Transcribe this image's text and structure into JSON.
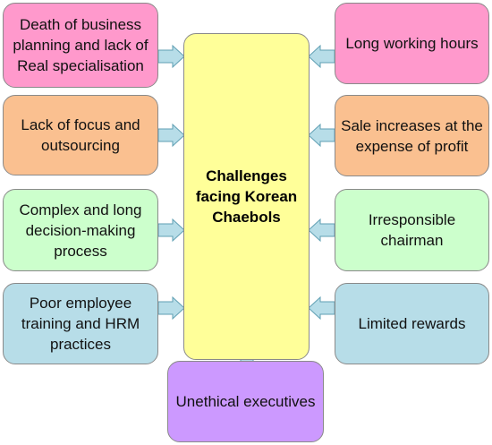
{
  "center": {
    "label": "Challenges facing Korean Chaebols"
  },
  "left": [
    {
      "label": "Death of business planning and lack of Real specialisation",
      "color": "#ff99cc"
    },
    {
      "label": "Lack of focus and outsourcing",
      "color": "#fac090"
    },
    {
      "label": "Complex and long decision-making process",
      "color": "#ccffcc"
    },
    {
      "label": "Poor employee training and HRM practices",
      "color": "#b7dde8"
    }
  ],
  "right": [
    {
      "label": "Long working hours",
      "color": "#ff99cc"
    },
    {
      "label": "Sale increases at the expense of profit",
      "color": "#fac090"
    },
    {
      "label": "Irresponsible chairman",
      "color": "#ccffcc"
    },
    {
      "label": "Limited rewards",
      "color": "#b7dde8"
    }
  ],
  "bottom": {
    "label": "Unethical executives",
    "color": "#cc99ff"
  },
  "arrow_color": "#b7dde8"
}
